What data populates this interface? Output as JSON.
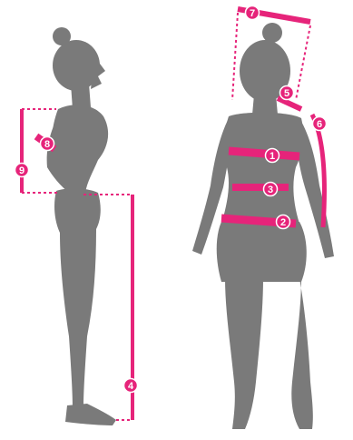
{
  "colors": {
    "accent": "#e6247a",
    "silhouette": "#7a7a7a",
    "background": "#ffffff"
  },
  "markers": [
    {
      "id": "1",
      "label": "1"
    },
    {
      "id": "2",
      "label": "2"
    },
    {
      "id": "3",
      "label": "3"
    },
    {
      "id": "4",
      "label": "4"
    },
    {
      "id": "5",
      "label": "5"
    },
    {
      "id": "6",
      "label": "6"
    },
    {
      "id": "7",
      "label": "7"
    },
    {
      "id": "8",
      "label": "8"
    },
    {
      "id": "9",
      "label": "9"
    }
  ]
}
